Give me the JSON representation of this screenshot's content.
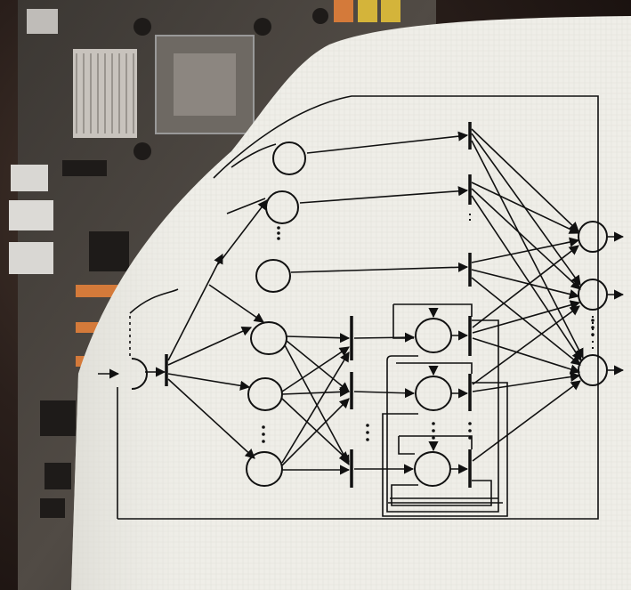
{
  "image": {
    "kind": "photo-collage",
    "subject": "motherboard-with-paper-overlay",
    "overlay_type": "petri-net-diagram"
  },
  "diagram": {
    "ellipsis": "...",
    "colors": {
      "paper": "#efeee8",
      "ink": "#111111",
      "board_dark": "#2a2623",
      "board_mid": "#4c4742",
      "heatsink": "#c8c3bd",
      "connector_orange": "#d47a3a",
      "connector_yellow": "#d4b43a"
    }
  }
}
